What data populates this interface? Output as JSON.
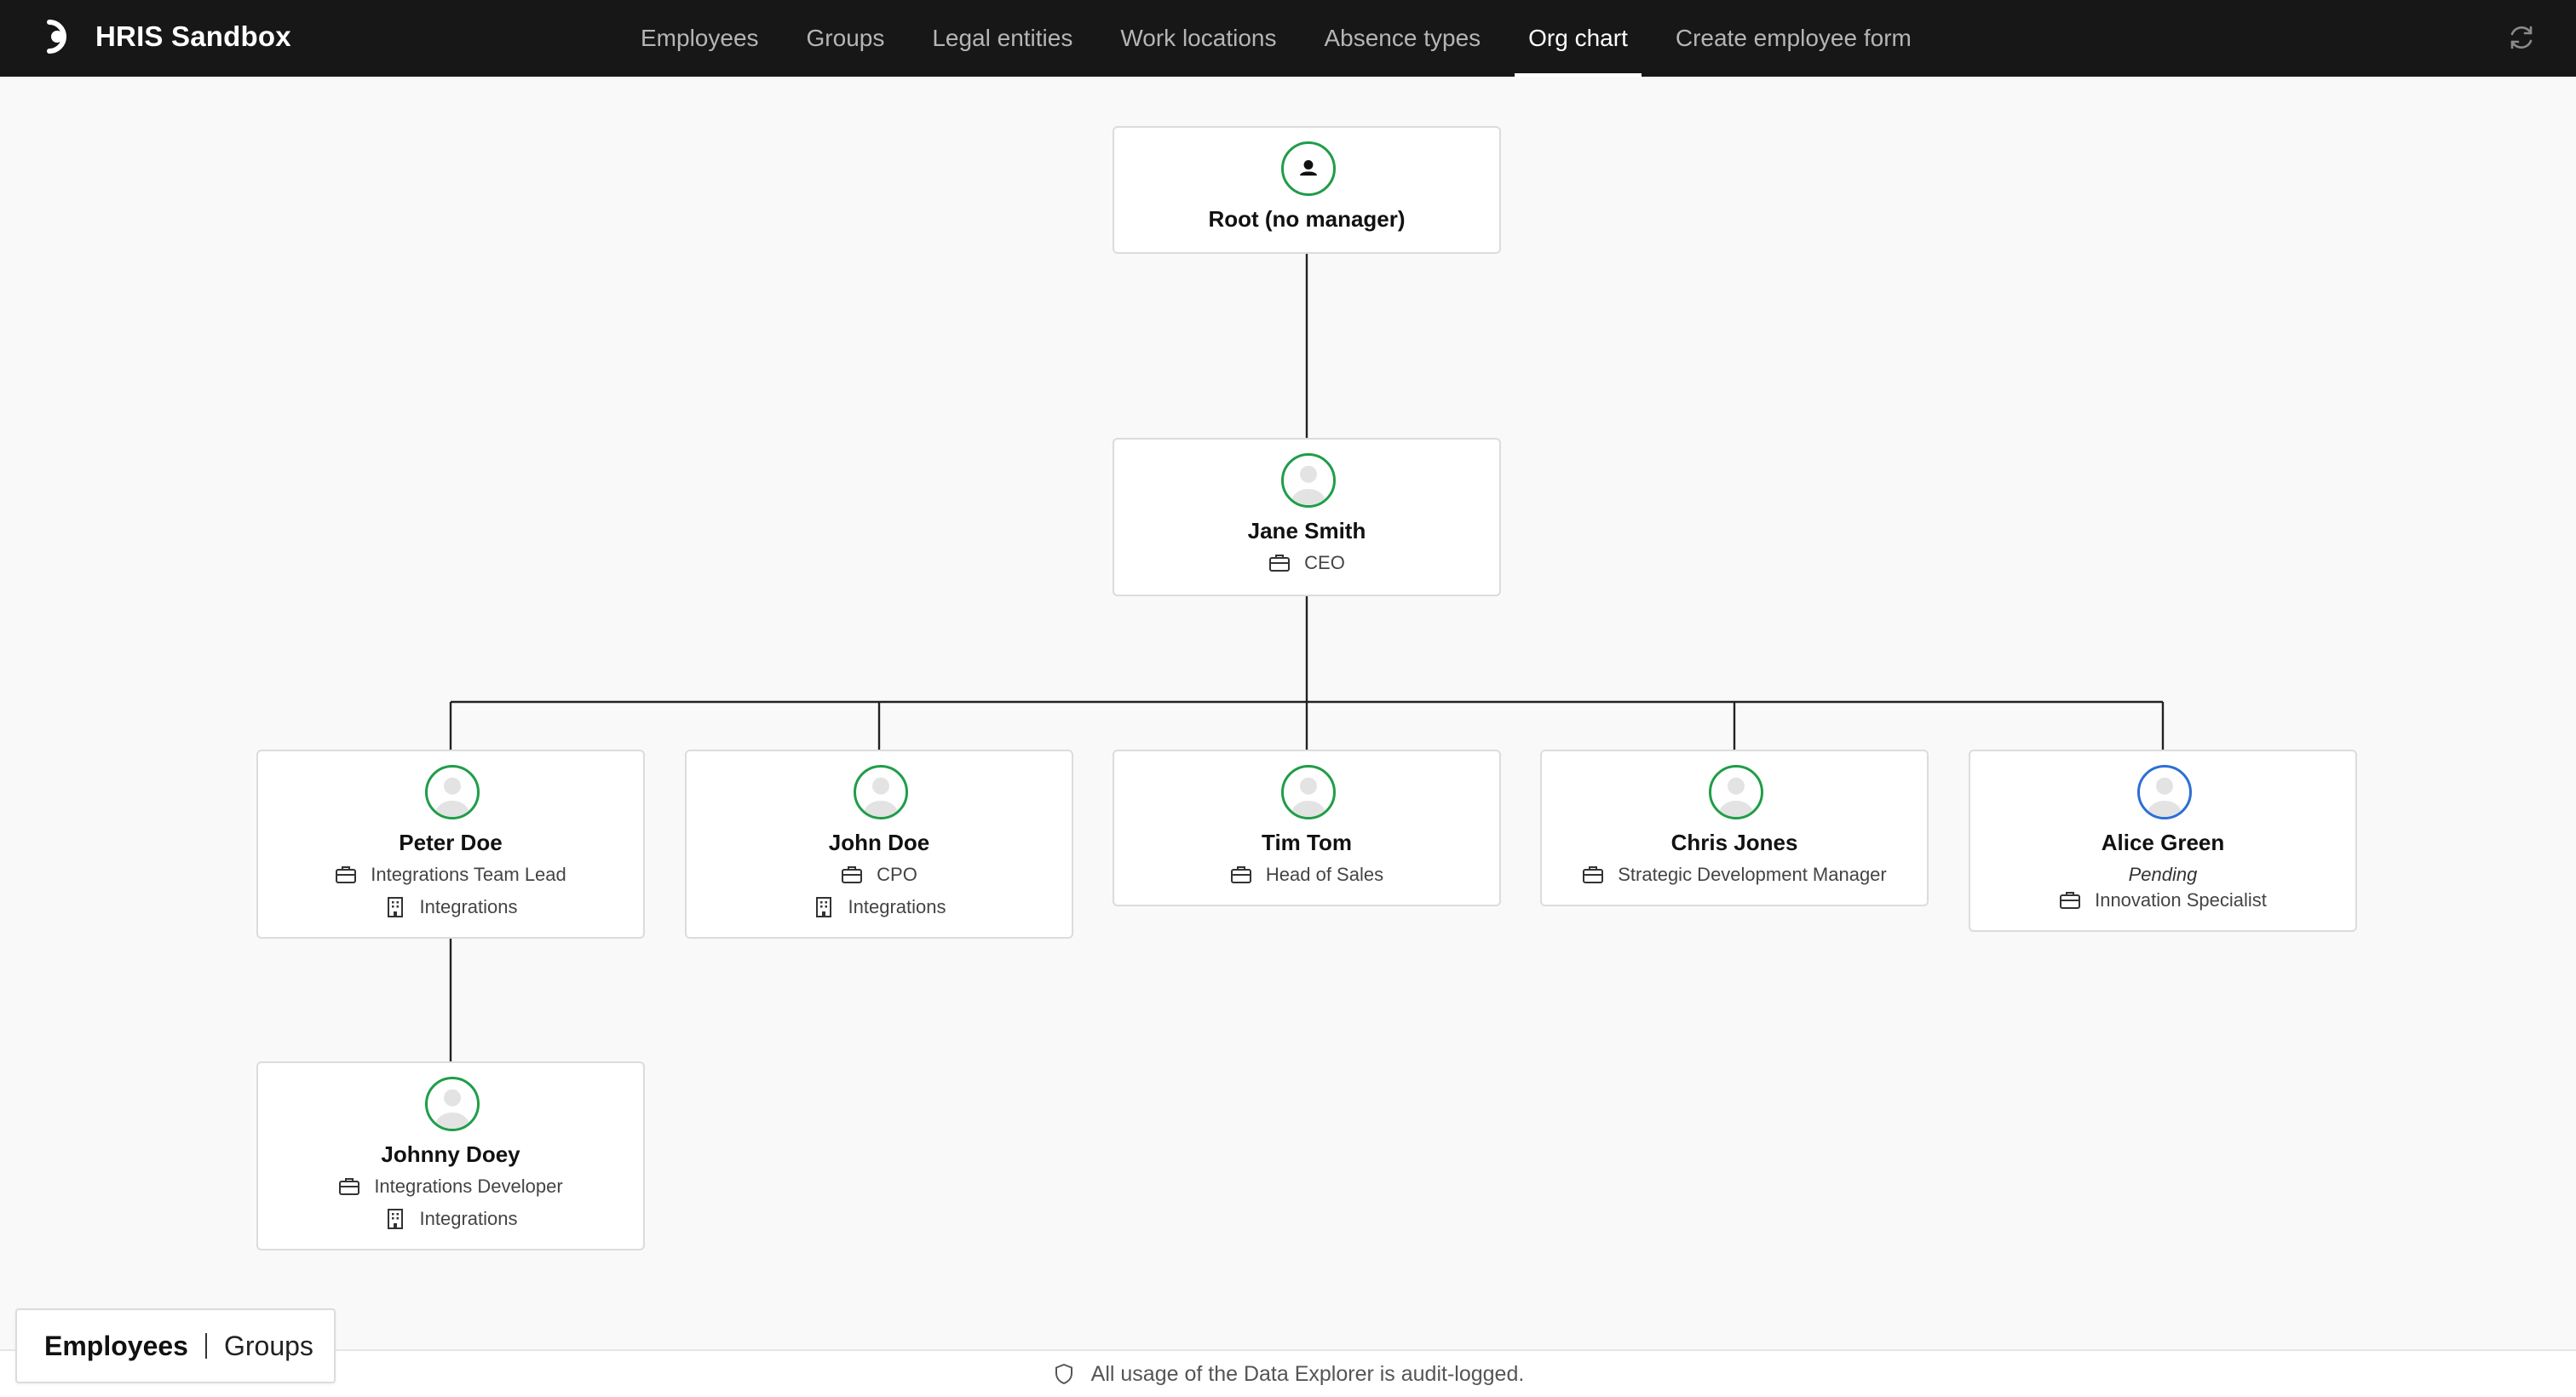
{
  "app": {
    "title": "HRIS Sandbox"
  },
  "nav": {
    "items": [
      {
        "label": "Employees"
      },
      {
        "label": "Groups"
      },
      {
        "label": "Legal entities"
      },
      {
        "label": "Work locations"
      },
      {
        "label": "Absence types"
      },
      {
        "label": "Org chart"
      },
      {
        "label": "Create employee form"
      }
    ],
    "active": "Org chart"
  },
  "org": {
    "root": {
      "name": "Root (no manager)"
    },
    "jane": {
      "name": "Jane Smith",
      "title": "CEO"
    },
    "peter": {
      "name": "Peter Doe",
      "title": "Integrations Team Lead",
      "group": "Integrations"
    },
    "john": {
      "name": "John Doe",
      "title": "CPO",
      "group": "Integrations"
    },
    "tim": {
      "name": "Tim Tom",
      "title": "Head of Sales"
    },
    "chris": {
      "name": "Chris Jones",
      "title": "Strategic Development Manager"
    },
    "alice": {
      "name": "Alice Green",
      "status": "Pending",
      "title": "Innovation Specialist"
    },
    "johnny": {
      "name": "Johnny Doey",
      "title": "Integrations Developer",
      "group": "Integrations"
    }
  },
  "view_switch": {
    "employees": "Employees",
    "groups": "Groups",
    "active": "Employees"
  },
  "footer": {
    "notice": "All usage of the Data Explorer is audit-logged."
  },
  "colors": {
    "active_avatar": "#1f9d48",
    "pending_avatar": "#2b6fd6",
    "topbar": "#171717"
  },
  "icons": {
    "brand": "brand-logo-icon",
    "refresh": "refresh-icon",
    "title": "briefcase-icon",
    "group": "building-icon",
    "footer": "shield-icon"
  }
}
